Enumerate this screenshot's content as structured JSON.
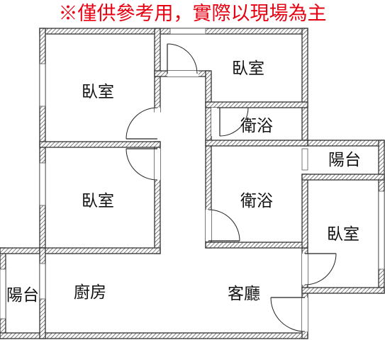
{
  "disclaimer": "※僅供參考用，實際以現場為主",
  "colors": {
    "disclaimer": "#e60012",
    "wall": "#333333",
    "background": "#ffffff"
  },
  "rooms": {
    "bedroom_top_left": "臥室",
    "bedroom_top_right": "臥室",
    "bathroom_upper": "衛浴",
    "balcony_right": "陽台",
    "bedroom_mid_left": "臥室",
    "bathroom_lower": "衛浴",
    "bedroom_right": "臥室",
    "balcony_left": "陽台",
    "kitchen": "廚房",
    "living_room": "客廳"
  }
}
